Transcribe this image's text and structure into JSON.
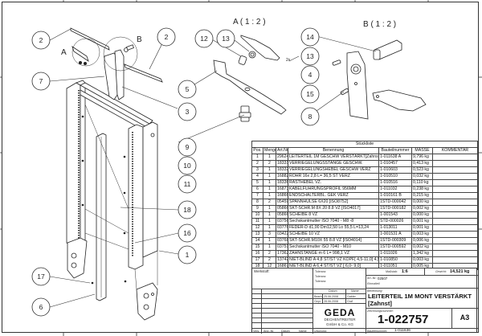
{
  "drawing": {
    "views": [
      {
        "id": "A",
        "label": "A",
        "detail_label": "A ( 1 : 2 )"
      },
      {
        "id": "B",
        "label": "B",
        "detail_label": "B ( 1 : 2 )"
      }
    ],
    "multiplier_note": "2x",
    "balloons": {
      "b2_left": "2",
      "b2_right": "2",
      "b7": "7",
      "b5": "5",
      "b3": "3",
      "b12": "12",
      "b13a": "13",
      "b14": "14",
      "b13b": "13",
      "b4": "4",
      "b15": "15",
      "b8": "8",
      "b9": "9",
      "b10": "10",
      "b11": "11",
      "b18": "18",
      "b16": "16",
      "b1": "1",
      "b17": "17",
      "b6": "6"
    }
  },
  "parts_list": {
    "title": "Stückliste",
    "headers": [
      "Pos.",
      "Menge",
      "Art.Nr.",
      "Benennung",
      "Bauteilnummer",
      "MASSE",
      "KOMMENTAR"
    ],
    "rows": [
      {
        "pos": "1",
        "qty": "1",
        "art": "29624",
        "name": "LEITERTEIL 1M GESCHW VERSTÄRKT[Zahnst]",
        "part": "1-011638 A",
        "mass": "9,796 kg",
        "comment": ""
      },
      {
        "pos": "2",
        "qty": "2",
        "art": "18331",
        "name": "VERRIEGELUNGSSTANGE GESCHW.",
        "part": "1-010457",
        "mass": "0,413 kg",
        "comment": ""
      },
      {
        "pos": "3",
        "qty": "1",
        "art": "18332",
        "name": "VERRIEGELUNGSHEBEL GESCHW VERZ",
        "part": "1-010603",
        "mass": "0,523 kg",
        "comment": ""
      },
      {
        "pos": "4",
        "qty": "1",
        "art": "16882",
        "name": "ROHR  16x 2,8 L= 36,5 ST VERZ",
        "part": "1-010510",
        "mass": "0,032 kg",
        "comment": ""
      },
      {
        "pos": "5",
        "qty": "1",
        "art": "18336",
        "name": "RASTHEBEL VZ.",
        "part": "1-010516",
        "mass": "0,110 kg",
        "comment": ""
      },
      {
        "pos": "6",
        "qty": "1",
        "art": "16873",
        "name": "KABELFÜHRUNGSPROFIL  956MM",
        "part": "1-011032",
        "mass": "0,238 kg",
        "comment": ""
      },
      {
        "pos": "7",
        "qty": "1",
        "art": "16866",
        "name": "ENDSCHALTERBL. GEK VERZ",
        "part": "1-010161 B",
        "mass": "0,215 kg",
        "comment": ""
      },
      {
        "pos": "8",
        "qty": "2",
        "art": "05459",
        "name": "SPANNHÜLSE  6X20              [ISO8752]",
        "part": "1STD-000042",
        "mass": "0,000 kg",
        "comment": ""
      },
      {
        "pos": "9",
        "qty": "1",
        "art": "05866",
        "name": "SKT-SCHR.M 8X 20  8.8      VZ [ISO4017]",
        "part": "1STD-000182",
        "mass": "0,002 kg",
        "comment": ""
      },
      {
        "pos": "10",
        "qty": "1",
        "art": "05866",
        "name": "SCHEIBE 8   VZ",
        "part": "1-001543",
        "mass": "0,000 kg",
        "comment": ""
      },
      {
        "pos": "11",
        "qty": "1",
        "art": "03756",
        "name": "Sechskantmutter ISO 7040 - M8 -8",
        "part": "STD-000026",
        "mass": "0,001 kg",
        "comment": ""
      },
      {
        "pos": "12",
        "qty": "1",
        "art": "03776",
        "name": "FEDER-D d1,00 Dm12,50 Lo  55,5 L=13,24",
        "part": "1-013011",
        "mass": "0,001 kg",
        "comment": ""
      },
      {
        "pos": "13",
        "qty": "3",
        "art": "03422",
        "name": "SCHEIBE 10 VZ",
        "part": "1-001531 A",
        "mass": "0,003 kg",
        "comment": ""
      },
      {
        "pos": "14",
        "qty": "1",
        "art": "03768",
        "name": "SKT-SCHR.M10X 55  8.8      VZ [ISO4014]",
        "part": "1STD-000309",
        "mass": "0,006 kg",
        "comment": ""
      },
      {
        "pos": "15",
        "qty": "1",
        "art": "03751",
        "name": "Sechskantmutter ISO 7040 - M10",
        "part": "1STD-000592",
        "mass": "0,002 kg",
        "comment": ""
      },
      {
        "pos": "16",
        "qty": "2",
        "art": "17362",
        "name": "ZAHNSTANGE m 6 L= 998,1     VZ",
        "part": "1-011026",
        "mass": "1,342 kg",
        "comment": ""
      },
      {
        "pos": "17",
        "qty": "2",
        "art": "13742",
        "name": "NIET-BLIND A 4,8 ST/ST VZ KOPF[ 4,5-11,0] 4,5 mm",
        "part": "1-010850",
        "mass": "0,003 kg",
        "comment": ""
      },
      {
        "pos": "18",
        "qty": "12",
        "art": "16867",
        "name": "NIET-BLIND A 6,4 ST/ST VZ     [ 6,0- 9,0]",
        "part": "1-011051",
        "mass": "0,005 kg",
        "comment": ""
      }
    ]
  },
  "title_block": {
    "werkstoff_label": "Werkstoff:",
    "toleranz_labels": [
      "Toleranz",
      "Toleranz",
      "Toleranz"
    ],
    "massstab_label": "Maßstab:",
    "massstab_value": "1:6",
    "gewicht_label": "Gewicht:",
    "gewicht_value": "14,521 kg",
    "artnr_label": "Art.-Nr.:",
    "artnr_value": "02507",
    "einmalteil_label": "Einmalteil",
    "datum_header": "Datum",
    "name_header": "Name",
    "bearb_label": "Bearb.",
    "bearb_date": "25.06.2008",
    "bearb_name": "Gabler",
    "gepr_label": "Gepr.",
    "gepr_date": "28.06.2008",
    "gepr_name": "Graf",
    "benennung_label": "Benennung:",
    "title_line1": "LEITERTEIL 1M MONT VERSTÄRKT",
    "title_line2": "[Zahnst]",
    "company_logo": "GEDA",
    "company_line1": "DECHENTREITER",
    "company_line2": "GmbH & Co. KG",
    "zeichnungsnummer_label": "Zeichnungsnummer:",
    "drawing_number": "1-022757",
    "sheet_size": "A3",
    "ursprung_label": "Ursprung:",
    "bauteilnummer_label": "Bauteilnummer:",
    "bauteilnummer_value": "1-011636",
    "revision_headers": [
      "Vers.",
      "Änd.-Nr.",
      "Datum",
      "Name"
    ]
  }
}
